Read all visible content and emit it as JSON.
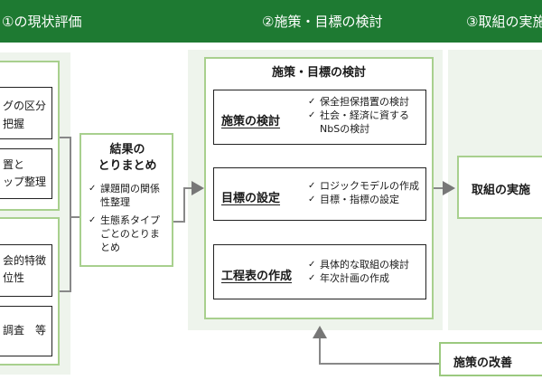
{
  "header": {
    "step1": "①の現状評価",
    "step2": "②施策・目標の検討",
    "step3": "③取組の実施"
  },
  "left": {
    "box1_line1": "グの区分",
    "box1_line2": "把握",
    "box2_line1": "置と",
    "box2_line2": "ップ整理",
    "box3_line1": "会的特徴",
    "box3_line2": "位性",
    "box4_line1": "調査　等"
  },
  "summary": {
    "title_line1": "結果の",
    "title_line2": "とりまとめ",
    "bullets": [
      "課題間の関係性整理",
      "生態系タイプごとのとりまとめ"
    ]
  },
  "middle": {
    "title": "施策・目標の検討",
    "box1": {
      "title": "施策の検討",
      "bullets": [
        "保全担保措置の検討",
        "社会・経済に資するNbSの検討"
      ]
    },
    "box2": {
      "title": "目標の設定",
      "bullets": [
        "ロジックモデルの作成",
        "目標・指標の設定"
      ]
    },
    "box3": {
      "title": "工程表の作成",
      "bullets": [
        "具体的な取組の検討",
        "年次計画の作成"
      ]
    }
  },
  "right": {
    "action": "取組の実施"
  },
  "footer": {
    "improve": "施策の改善"
  },
  "colors": {
    "header_green": "#1e7a32",
    "box_border": "#a8d08e",
    "panel_bg": "#eef4ec"
  }
}
